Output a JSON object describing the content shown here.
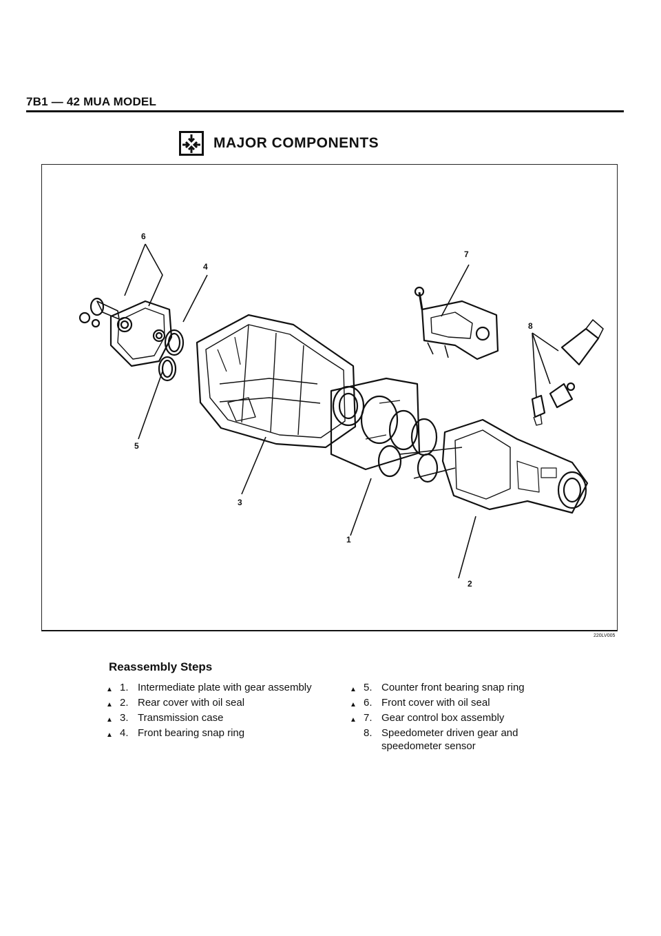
{
  "header": {
    "page_ref": "7B1 — 42  MUA MODEL"
  },
  "section": {
    "title": "MAJOR COMPONENTS",
    "icon": "disassembly-icon"
  },
  "figure": {
    "code": "220LV005",
    "callouts": [
      "1",
      "2",
      "3",
      "4",
      "5",
      "6",
      "7",
      "8"
    ]
  },
  "reassembly": {
    "title": "Reassembly Steps",
    "left": [
      {
        "marker": "▲",
        "num": "1.",
        "text": "Intermediate plate with gear assembly"
      },
      {
        "marker": "▲",
        "num": "2.",
        "text": "Rear cover with oil seal"
      },
      {
        "marker": "▲",
        "num": "3.",
        "text": "Transmission case"
      },
      {
        "marker": "▲",
        "num": "4.",
        "text": "Front bearing snap ring"
      }
    ],
    "right": [
      {
        "marker": "▲",
        "num": "5.",
        "text": "Counter front bearing snap ring"
      },
      {
        "marker": "▲",
        "num": "6.",
        "text": "Front cover with oil seal"
      },
      {
        "marker": "▲",
        "num": "7.",
        "text": "Gear control box assembly"
      },
      {
        "marker": "",
        "num": "8.",
        "text": "Speedometer driven gear and speedometer sensor"
      }
    ]
  }
}
